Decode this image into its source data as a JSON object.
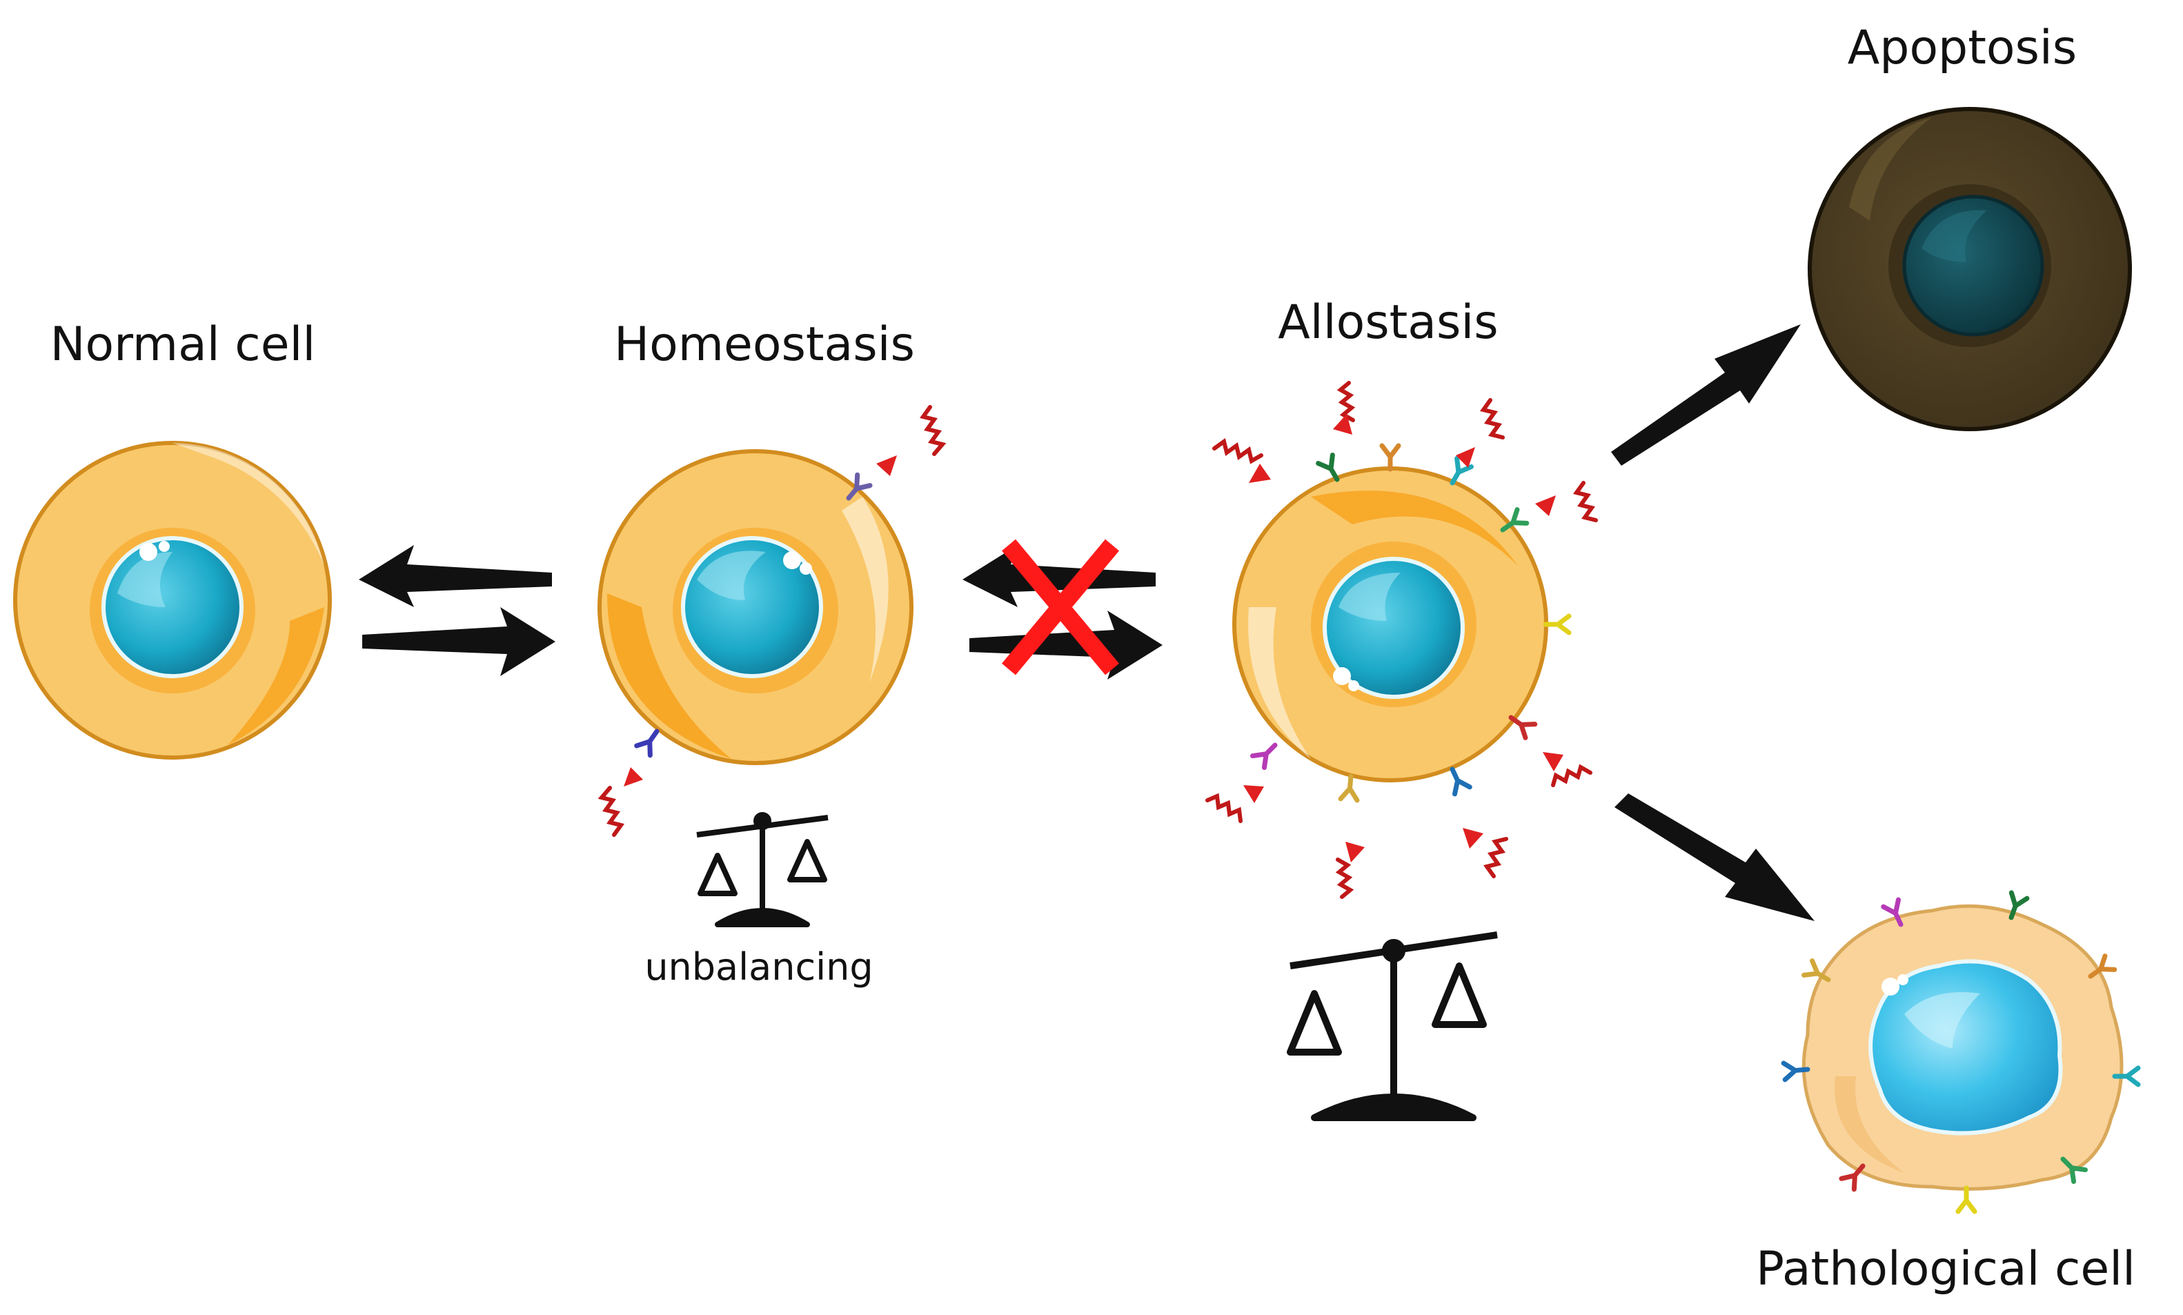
{
  "labels": {
    "normal_cell": "Normal cell",
    "homeostasis": "Homeostasis",
    "allostasis": "Allostasis",
    "apoptosis": "Apoptosis",
    "pathological_cell": "Pathological cell",
    "unbalancing": "unbalancing"
  },
  "colors": {
    "cytoplasm": "#F9C86A",
    "cytoplasm_inner": "#F7A21B",
    "membrane": "#D28C1E",
    "nucleus": "#1AA8C7",
    "nucleus_dark": "#0E6F8E",
    "apoptotic_cell": "#4A3C22",
    "apoptotic_nucleus": "#10414A",
    "pathological_cytoplasm": "#F9D39A",
    "pathological_nucleus": "#3DC2EA",
    "stimulus": "#E02020",
    "blocked_mark": "#FF1A1A",
    "arrow": "#111111",
    "receptor_colors": [
      "#1E7A3A",
      "#D5872C",
      "#21A9B8",
      "#2E9E5A",
      "#E2D21A",
      "#C62D2D",
      "#1E6FB5",
      "#D1A83A",
      "#B63AB6",
      "#6A5EA8",
      "#3A3AB5"
    ]
  },
  "icons": {
    "balance": "balance-scale-icon",
    "stimulus": "squiggle-arrow-icon",
    "blocked": "red-x-icon"
  }
}
